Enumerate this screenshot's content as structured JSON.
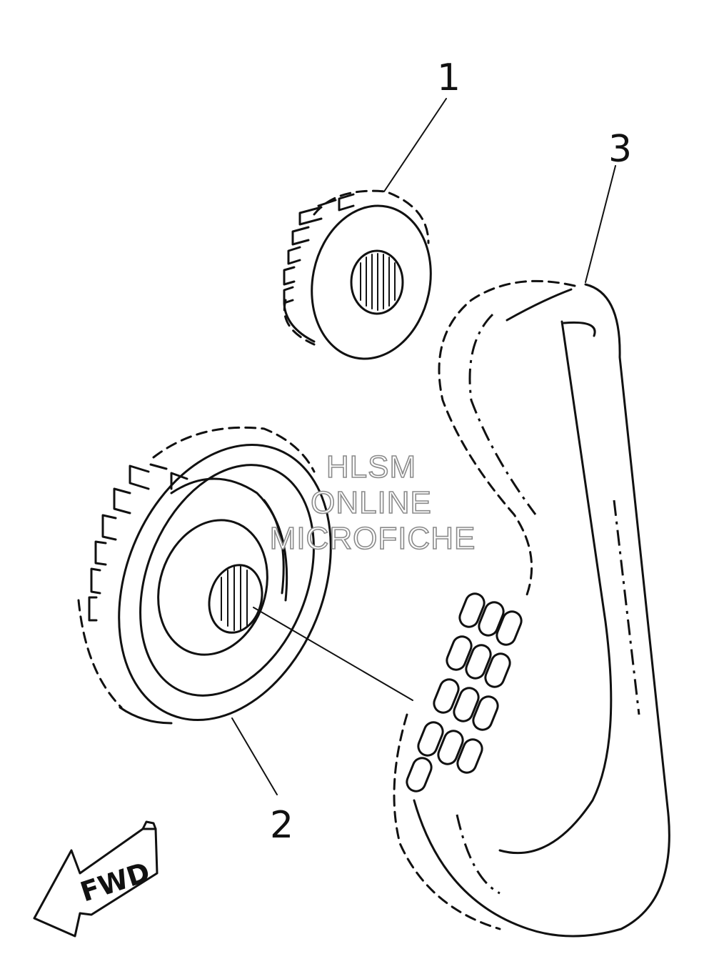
{
  "callouts": [
    "1",
    "2",
    "3"
  ],
  "direction_label": "FWD",
  "watermark": [
    "HLSM",
    "ONLINE",
    "MICROFICHE"
  ]
}
